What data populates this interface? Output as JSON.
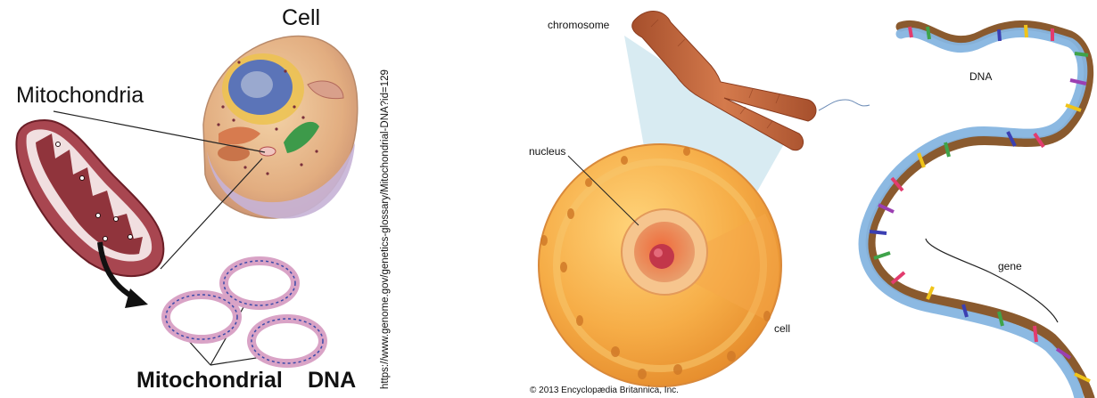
{
  "left_panel": {
    "cell_label": "Cell",
    "mito_label": "Mitochondria",
    "mtdna_label": "Mitochondrial",
    "mtdna_label2": "DNA",
    "source_url": "https://www.genome.gov/genetics-glossary/Mitochondrial-DNA?id=129"
  },
  "right_panel": {
    "chromosome_label": "chromosome",
    "nucleus_label": "nucleus",
    "cell_label": "cell",
    "dna_label": "DNA",
    "gene_label": "gene",
    "copyright": "© 2013 Encyclopædia Britannica, Inc."
  },
  "colors": {
    "mito_outer": "#b5525a",
    "mito_inner": "#8c2630",
    "cell_body": "#e9b98a",
    "cell_purple": "#c8b6d8",
    "ring_pink": "#d9a3c6",
    "chromosome": "#c0643a",
    "sphere": "#f5b850",
    "helix_blue": "#7fb0de",
    "helix_brown": "#8a5a2e"
  }
}
